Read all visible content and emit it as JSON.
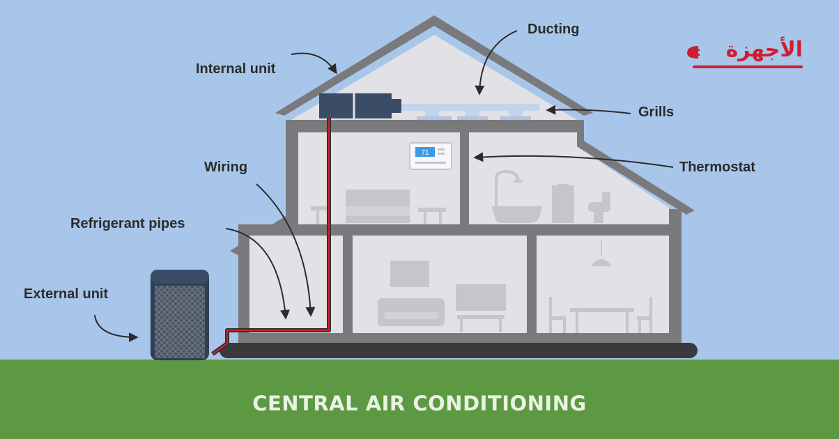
{
  "labels": {
    "ducting": "Ducting",
    "internal_unit": "Internal unit",
    "grills": "Grills",
    "wiring": "Wiring",
    "thermostat": "Thermostat",
    "refrigerant_pipes": "Refrigerant pipes",
    "external_unit": "External unit"
  },
  "title": "CENTRAL AIR CONDITIONING",
  "logo": {
    "text": "الأجهزة"
  },
  "thermostat_display": "71",
  "colors": {
    "sky": "#a8c6ea",
    "grass": "#5d9843",
    "wall": "#7a7a7d",
    "interior": "#e2e1e6",
    "furniture": "#c5c5ca",
    "pipe": "#c8232c",
    "duct": "#c3d3ec",
    "unit": "#3b4d66",
    "logo": "#cc1f2f"
  }
}
